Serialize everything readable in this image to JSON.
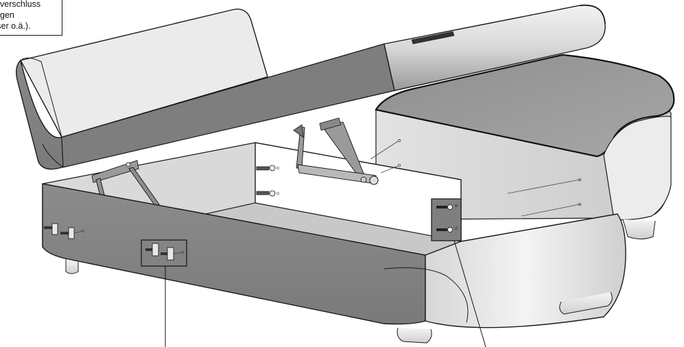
{
  "callout": {
    "line1": "isverschluss",
    "line2": "gen",
    "line3": "sser o.ä.)."
  },
  "colors": {
    "outline": "#1a1a1a",
    "panel_dark": "#7d7d7d",
    "panel_mid": "#a9a9a9",
    "panel_light": "#d9d9d9",
    "panel_white": "#efefef",
    "foot": "#e6e6e6"
  },
  "icons": [
    "bolt-icon",
    "washer-icon",
    "lift-hinge-icon"
  ]
}
